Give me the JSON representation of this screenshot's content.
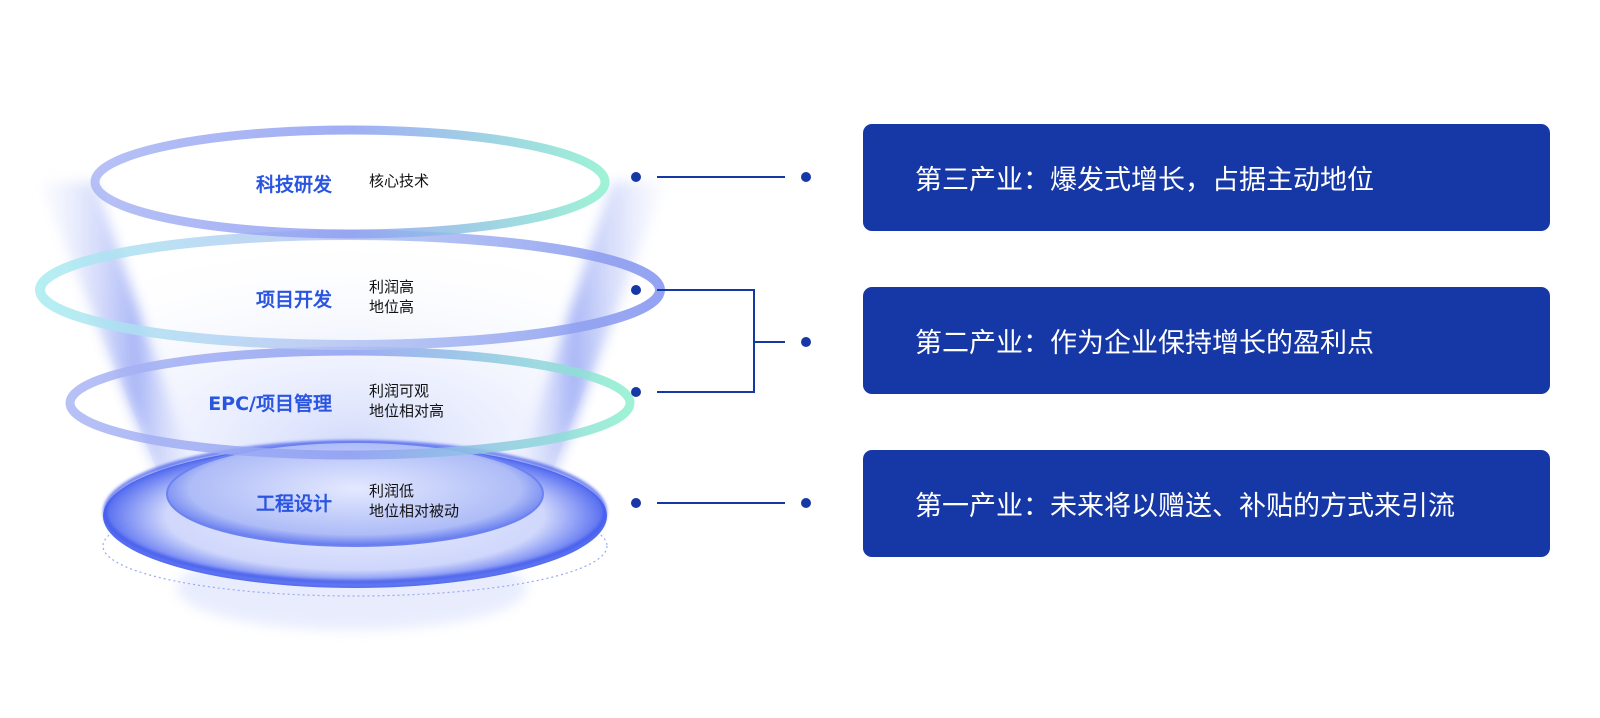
{
  "colors": {
    "accent_blue": "#2a55e0",
    "box_fill": "#1637a6",
    "connector": "#1637a6",
    "ring_green": "#8ef0cf",
    "ring_blue": "#7f93f2",
    "glow_blue": "#4a63ef"
  },
  "funnel": {
    "layers": [
      {
        "name": "科技研发",
        "desc": [
          "核心技术"
        ]
      },
      {
        "name": "项目开发",
        "desc": [
          "利润高",
          "地位高"
        ]
      },
      {
        "name": "EPC/项目管理",
        "desc": [
          "利润可观",
          "地位相对高"
        ]
      },
      {
        "name": "工程设计",
        "desc": [
          "利润低",
          "地位相对被动"
        ]
      }
    ]
  },
  "industries": [
    {
      "label": "第三产业：爆发式增长，占据主动地位"
    },
    {
      "label": "第二产业：作为企业保持增长的盈利点"
    },
    {
      "label": "第一产业：未来将以赠送、补贴的方式来引流"
    }
  ]
}
